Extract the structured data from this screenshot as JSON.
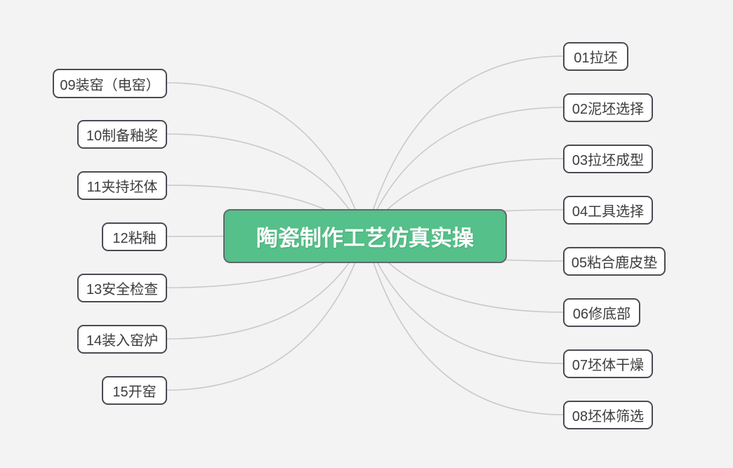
{
  "diagram": {
    "type": "mindmap",
    "center": {
      "label": "陶瓷制作工艺仿真实操"
    },
    "right_nodes": [
      {
        "label": "01拉坯"
      },
      {
        "label": "02泥坯选择"
      },
      {
        "label": "03拉坯成型"
      },
      {
        "label": "04工具选择"
      },
      {
        "label": "05粘合鹿皮垫"
      },
      {
        "label": "06修底部"
      },
      {
        "label": "07坯体干燥"
      },
      {
        "label": "08坯体筛选"
      }
    ],
    "left_nodes": [
      {
        "label": "09装窑（电窑）"
      },
      {
        "label": "10制备釉奖"
      },
      {
        "label": "11夹持坯体"
      },
      {
        "label": "12粘釉"
      },
      {
        "label": "13安全检查"
      },
      {
        "label": "14装入窑炉"
      },
      {
        "label": "15开窑"
      }
    ],
    "colors": {
      "background": "#f3f3f4",
      "center_bg": "#55c089",
      "center_text": "#ffffff",
      "node_bg": "#ffffff",
      "node_border": "#484c52",
      "node_text": "#3d3d3d",
      "connector": "#c9c9c9"
    }
  }
}
